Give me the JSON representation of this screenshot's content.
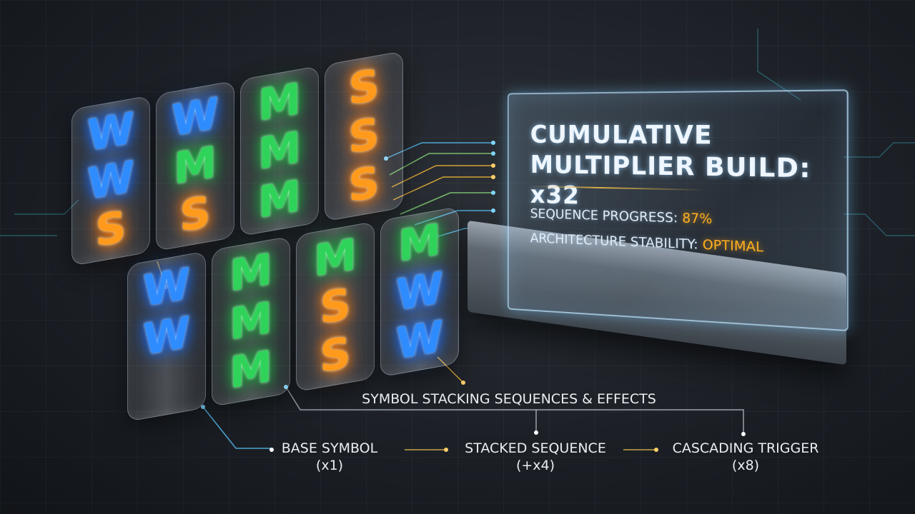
{
  "reels_back": [
    {
      "symbols": [
        "W",
        "W",
        "S"
      ]
    },
    {
      "symbols": [
        "W",
        "M",
        "S"
      ]
    },
    {
      "symbols": [
        "M",
        "M",
        "M"
      ]
    },
    {
      "symbols": [
        "S",
        "S",
        "S"
      ]
    }
  ],
  "reels_front": [
    {
      "symbols": [
        "W",
        "W"
      ]
    },
    {
      "symbols": [
        "M",
        "M",
        "M"
      ]
    },
    {
      "symbols": [
        "M",
        "S",
        "S"
      ]
    },
    {
      "symbols": [
        "M",
        "W",
        "W"
      ]
    }
  ],
  "panel": {
    "title": "CUMULATIVE MULTIPLIER BUILD: x32",
    "progress_label": "SEQUENCE PROGRESS: ",
    "progress_value": "87%",
    "stability_label": "ARCHITECTURE STABILITY: ",
    "stability_value": "OPTIMAL"
  },
  "sequence": {
    "title": "SYMBOL STACKING SEQUENCES & EFFECTS",
    "nodes": [
      {
        "label": "BASE SYMBOL",
        "multiplier": "(x1)"
      },
      {
        "label": "STACKED SEQUENCE",
        "multiplier": "(+x4)"
      },
      {
        "label": "CASCADING TRIGGER",
        "multiplier": "(x8)"
      }
    ]
  },
  "colors": {
    "W": "#2f8cff",
    "M": "#30d35a",
    "S": "#ff9a1c",
    "accent": "#ffb21e",
    "connector": "#d9b04a"
  }
}
